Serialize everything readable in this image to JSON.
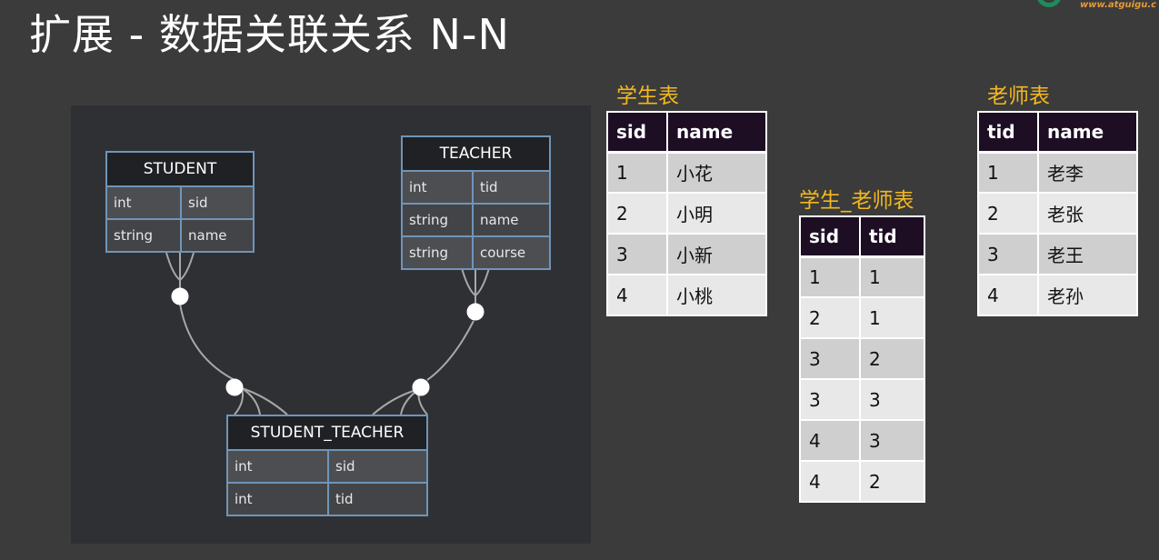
{
  "title": "扩展 - 数据关联关系 N-N",
  "logo": {
    "url_text": "www.atguigu.c"
  },
  "er_diagram": {
    "entities": {
      "student": {
        "name": "STUDENT",
        "fields": [
          {
            "type": "int",
            "name": "sid"
          },
          {
            "type": "string",
            "name": "name"
          }
        ]
      },
      "teacher": {
        "name": "TEACHER",
        "fields": [
          {
            "type": "int",
            "name": "tid"
          },
          {
            "type": "string",
            "name": "name"
          },
          {
            "type": "string",
            "name": "course"
          }
        ]
      },
      "student_teacher": {
        "name": "STUDENT_TEACHER",
        "fields": [
          {
            "type": "int",
            "name": "sid"
          },
          {
            "type": "int",
            "name": "tid"
          }
        ]
      }
    }
  },
  "student_table": {
    "caption": "学生表",
    "headers": [
      "sid",
      "name"
    ],
    "rows": [
      [
        "1",
        "小花"
      ],
      [
        "2",
        "小明"
      ],
      [
        "3",
        "小新"
      ],
      [
        "4",
        "小桃"
      ]
    ]
  },
  "student_teacher_table": {
    "caption": "学生_老师表",
    "headers": [
      "sid",
      "tid"
    ],
    "rows": [
      [
        "1",
        "1"
      ],
      [
        "2",
        "1"
      ],
      [
        "3",
        "2"
      ],
      [
        "3",
        "3"
      ],
      [
        "4",
        "3"
      ],
      [
        "4",
        "2"
      ]
    ]
  },
  "teacher_table": {
    "caption": "老师表",
    "headers": [
      "tid",
      "name"
    ],
    "rows": [
      [
        "1",
        "老李"
      ],
      [
        "2",
        "老张"
      ],
      [
        "3",
        "老王"
      ],
      [
        "4",
        "老孙"
      ]
    ]
  },
  "colors": {
    "background": "#3b3b3b",
    "panel": "#2f3034",
    "entity_border": "#7095b8",
    "caption": "#f3b81f",
    "table_header": "#1d0e24",
    "row_dark": "#cfcfcf",
    "row_light": "#e8e8e8",
    "logo_green": "#1e8b5a",
    "logo_orange": "#e69a3a"
  }
}
